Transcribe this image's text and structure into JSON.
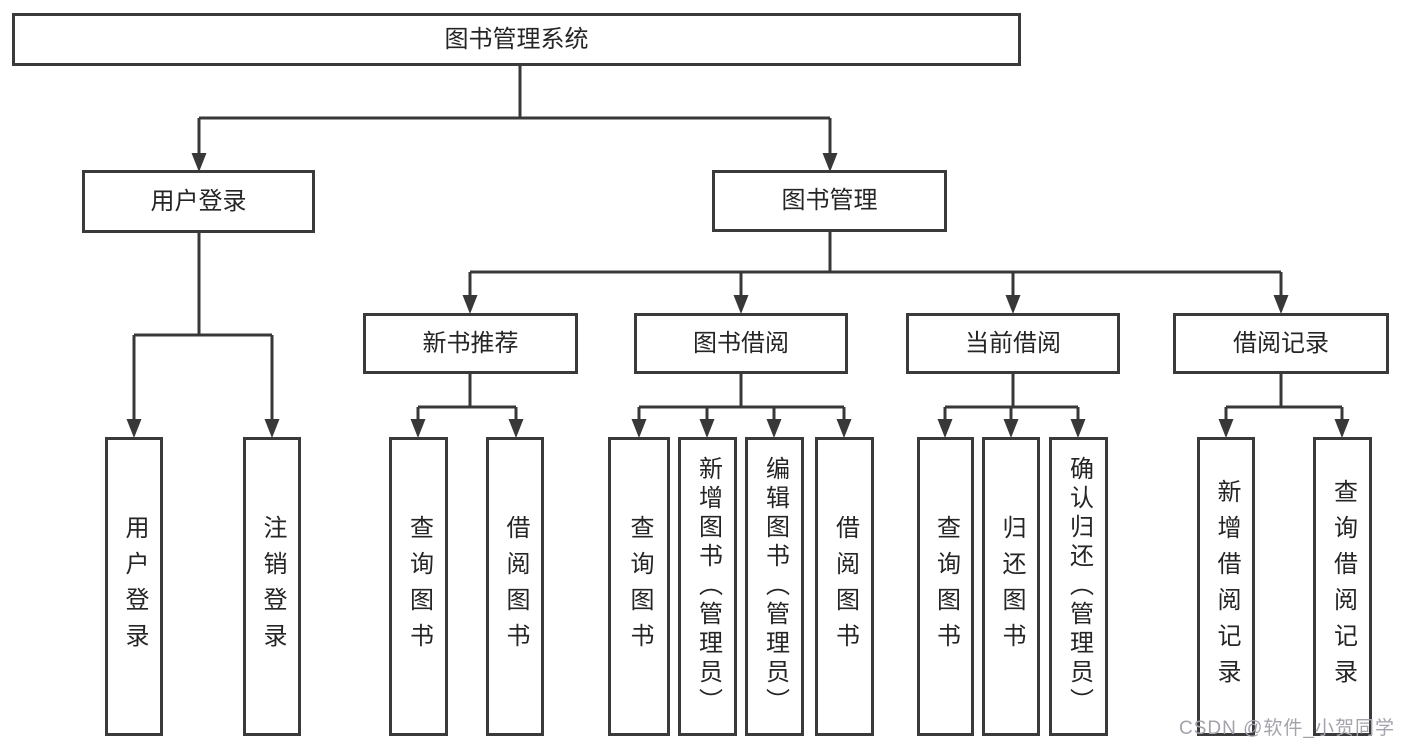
{
  "colors": {
    "line": "#383838",
    "box_border": "#3a3a3a",
    "text": "#252525",
    "watermark": "#a3a3ad",
    "background": "#ffffff"
  },
  "tree": {
    "label": "图书管理系统",
    "children": [
      {
        "label": "用户登录",
        "children": [
          {
            "label": "用户登录"
          },
          {
            "label": "注销登录"
          }
        ]
      },
      {
        "label": "图书管理",
        "children": [
          {
            "label": "新书推荐",
            "children": [
              {
                "label": "查询图书"
              },
              {
                "label": "借阅图书"
              }
            ]
          },
          {
            "label": "图书借阅",
            "children": [
              {
                "label": "查询图书"
              },
              {
                "label": "新增图书（管理员）"
              },
              {
                "label": "编辑图书（管理员）"
              },
              {
                "label": "借阅图书"
              }
            ]
          },
          {
            "label": "当前借阅",
            "children": [
              {
                "label": "查询图书"
              },
              {
                "label": "归还图书"
              },
              {
                "label": "确认归还（管理员）"
              }
            ]
          },
          {
            "label": "借阅记录",
            "children": [
              {
                "label": "新增借阅记录"
              },
              {
                "label": "查询借阅记录"
              }
            ]
          }
        ]
      }
    ]
  },
  "watermark": {
    "text": "CSDN @软件_小贺同学"
  }
}
